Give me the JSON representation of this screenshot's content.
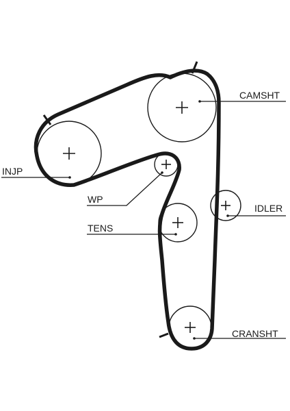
{
  "diagram": {
    "labels": {
      "camshaft": "CAMSHT",
      "injection_pump": "INJP",
      "water_pump": "WP",
      "idler": "IDLER",
      "tensioner": "TENS",
      "crankshaft": "CRANSHT"
    },
    "colors": {
      "line": "#1a1a1a",
      "background": "#ffffff"
    }
  }
}
